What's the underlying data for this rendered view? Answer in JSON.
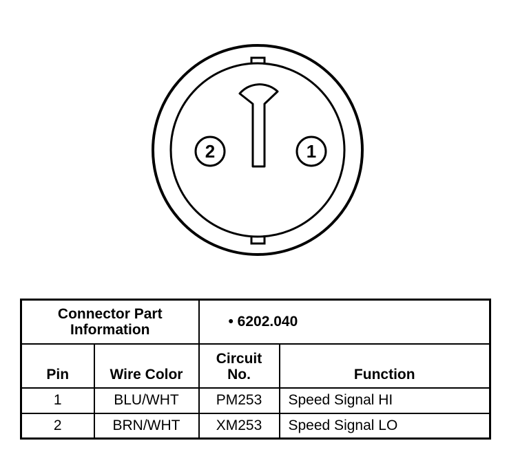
{
  "connector": {
    "pins": [
      {
        "label": "2"
      },
      {
        "label": "1"
      }
    ]
  },
  "table": {
    "part_info_label": "Connector Part\nInformation",
    "part_number": "•  6202.040",
    "headers": {
      "pin": "Pin",
      "wire_color": "Wire Color",
      "circuit": "Circuit\nNo.",
      "function": "Function"
    },
    "rows": [
      {
        "pin": "1",
        "wire_color": "BLU/WHT",
        "circuit": "PM253",
        "function": "Speed Signal HI"
      },
      {
        "pin": "2",
        "wire_color": "BRN/WHT",
        "circuit": "XM253",
        "function": "Speed Signal LO"
      }
    ]
  }
}
